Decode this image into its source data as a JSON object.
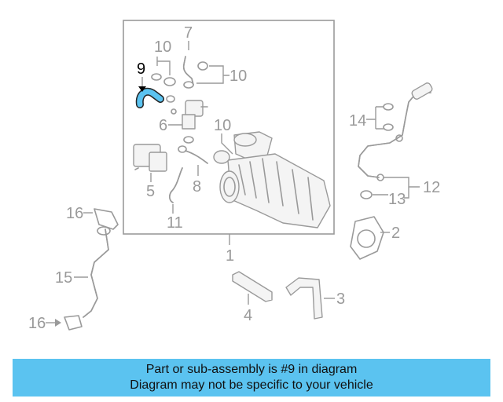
{
  "callouts": {
    "c1": "1",
    "c2": "2",
    "c3": "3",
    "c4": "4",
    "c5": "5",
    "c6": "6",
    "c7": "7",
    "c8": "8",
    "c9": "9",
    "c10a": "10",
    "c10b": "10",
    "c10c": "10",
    "c11": "11",
    "c12": "12",
    "c13": "13",
    "c14": "14",
    "c15": "15",
    "c16a": "16",
    "c16b": "16"
  },
  "banner": {
    "line1": "Part or sub-assembly is #9 in diagram",
    "line2": "Diagram may not be specific to your vehicle",
    "color": "#5bc3f0"
  },
  "highlight_color": "#5bc3f0"
}
